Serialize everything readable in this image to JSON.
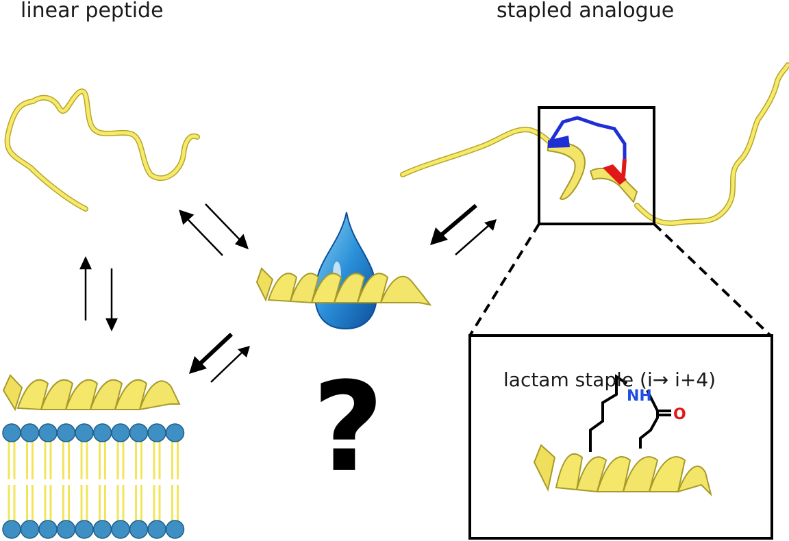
{
  "labels": {
    "left_title": "linear peptide",
    "right_title": "stapled analogue",
    "staple_caption": "lactam staple (i→ i+4)",
    "nh": "NH",
    "o": "O",
    "question": "?"
  },
  "colors": {
    "peptide": "#f5e663",
    "peptide_dark": "#b8a82a",
    "lipid_head": "#3d8fc4",
    "lipid_tail": "#f3e55a",
    "staple_blue": "#1f2fd6",
    "staple_red": "#e01818",
    "drop": "#1e78c8"
  }
}
